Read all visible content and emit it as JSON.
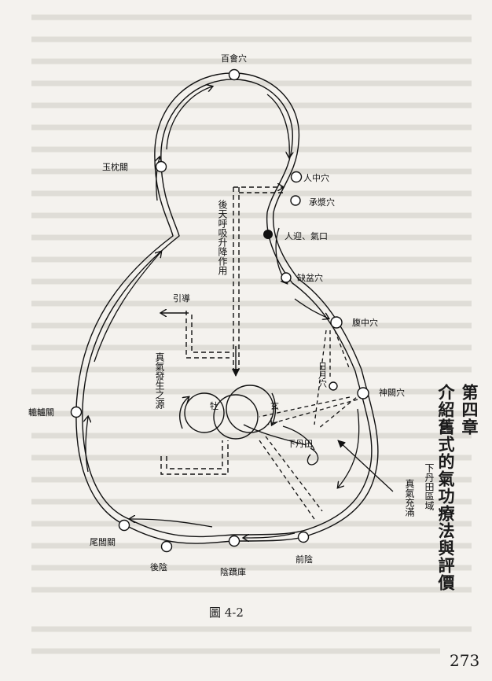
{
  "points": {
    "baihui": "百會穴",
    "renzhong": "人中穴",
    "chengjiang": "承漿穴",
    "renying": "人迎、氣口",
    "quepen": "缺盆穴",
    "fuzhong": "腹中穴",
    "shenque": "神闕穴",
    "riyue": "日月穴",
    "xiadantian": "下丹田",
    "qianyin": "前陰",
    "yinqiaoku": "陰蹻庫",
    "houyin": "後陰",
    "weilu": "尾閭關",
    "lulu": "轆轤關",
    "yuzhen": "玉枕關"
  },
  "labels": {
    "houtian": "後天呼吸升降作用",
    "yindao": "引導",
    "zhenqi_source": "真氣發生之源",
    "mu": "牡",
    "xuan": "玄",
    "region": "下丹田區域",
    "zhenqi_full": "真氣充滿"
  },
  "chapter": {
    "number": "第四章",
    "title": "介紹舊式的氣功療法與評價"
  },
  "caption": "圖 4-2",
  "page_number": "273"
}
